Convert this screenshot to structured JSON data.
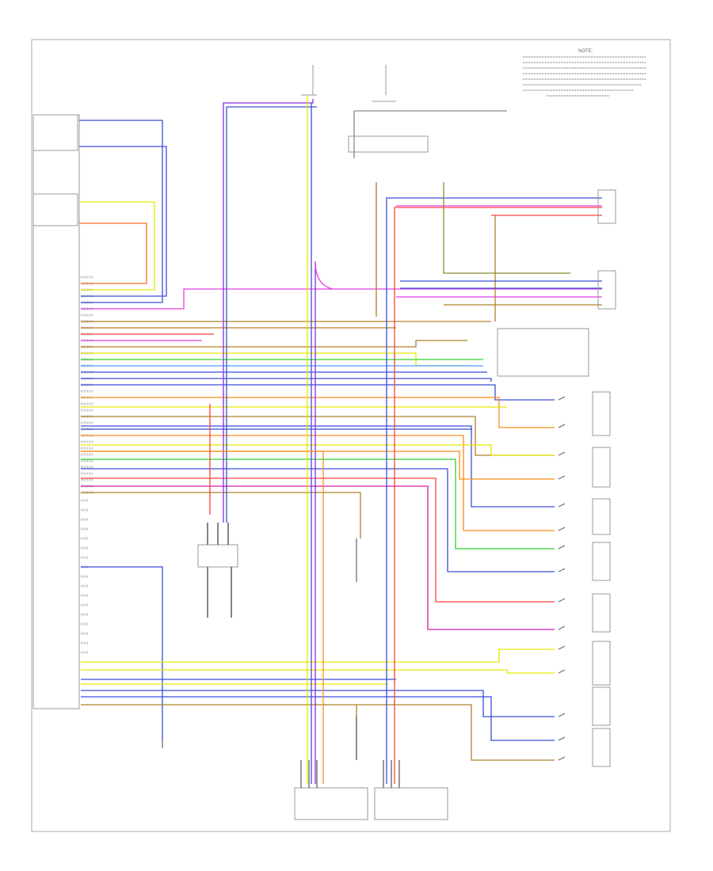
{
  "diagram": {
    "page_code": "",
    "notes_title": "NOTE:",
    "labels": {
      "ecu": "",
      "fuse_left": "",
      "fuse_right": "",
      "module_center": "",
      "module_bottom_left": "",
      "module_bottom_right": "",
      "switch_module": "",
      "junction": ""
    },
    "connectors": [
      {
        "name": "",
        "state": "on"
      },
      {
        "name": "",
        "state": "on"
      }
    ],
    "wire_colors": {
      "violet": "#8a2be2",
      "blue": "#3a4fd6",
      "pink": "#e040e0",
      "magenta": "#d01ab0",
      "red": "#ff4040",
      "orange": "#ff8c1a",
      "brown": "#b0802a",
      "yellow": "#e6e600",
      "green": "#30d030",
      "lightblue": "#4aa0ff",
      "olive": "#8a8a30",
      "gray": "#888888",
      "black": "#333333"
    }
  }
}
